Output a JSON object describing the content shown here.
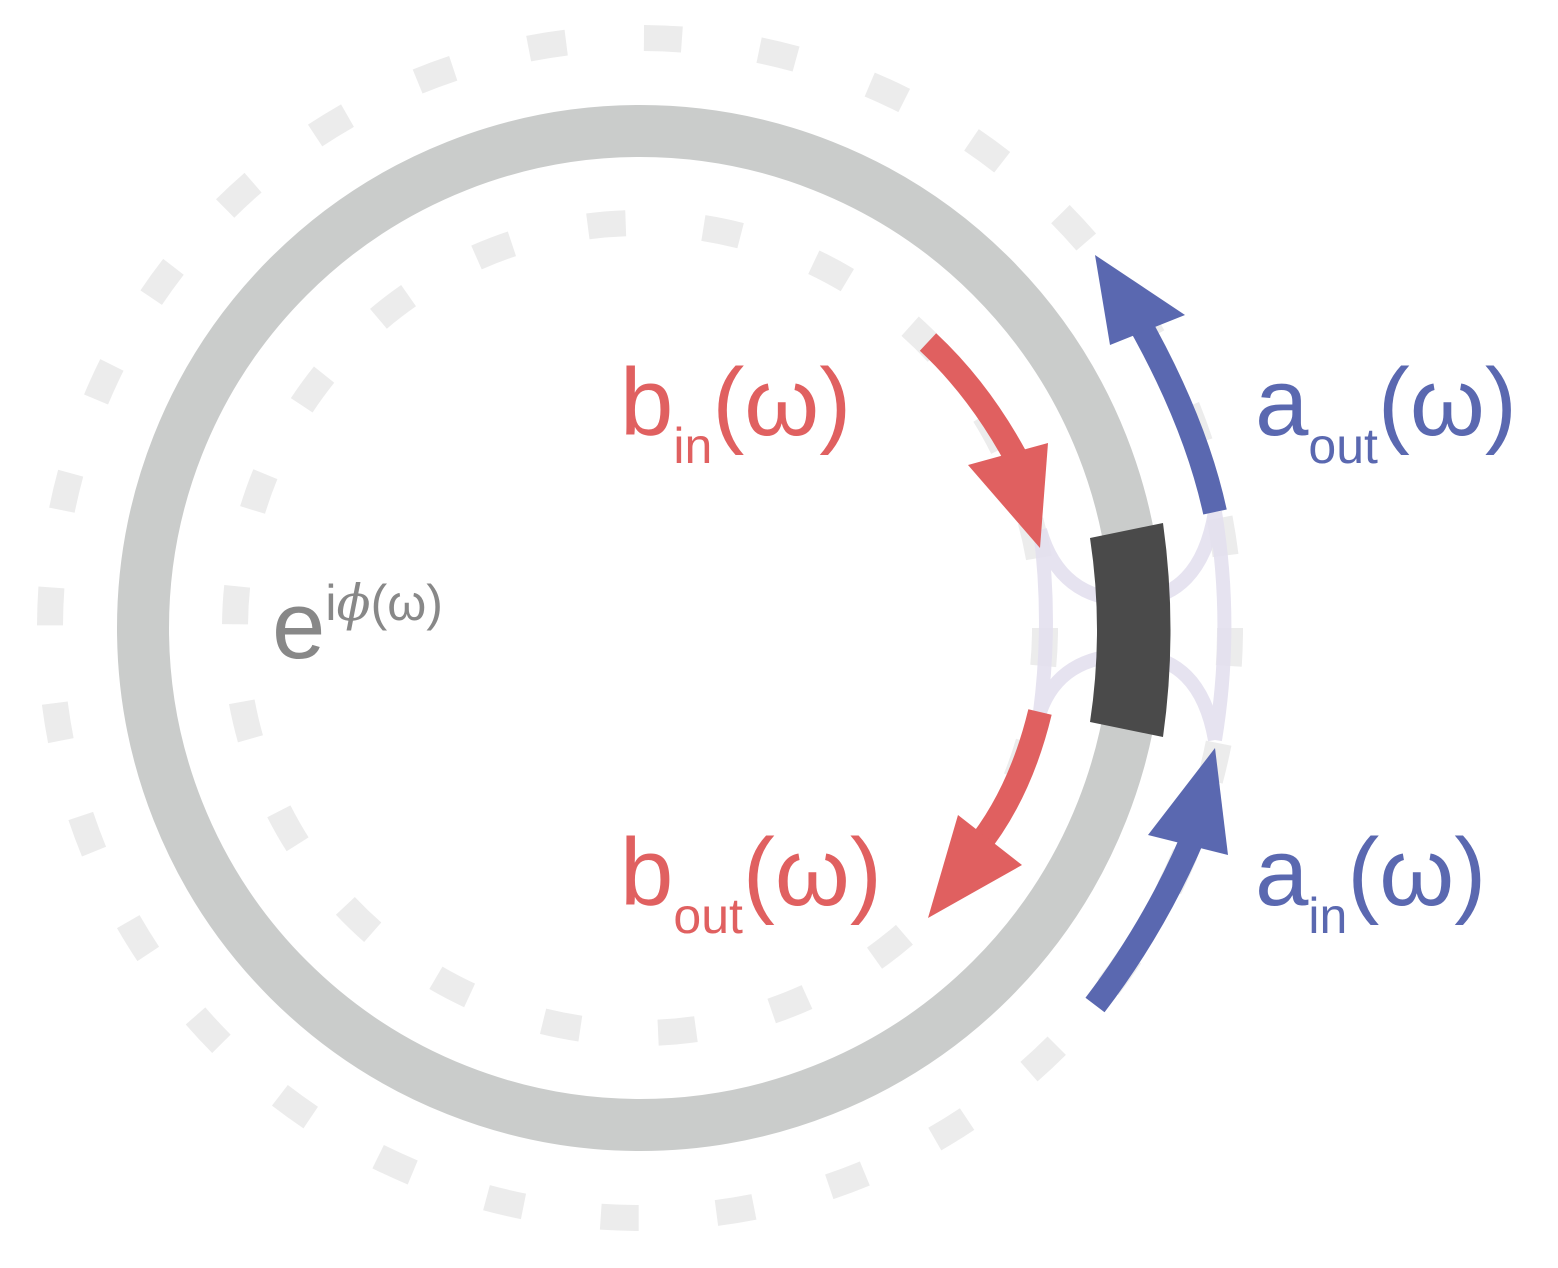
{
  "labels": {
    "b_in": {
      "base": "b",
      "sub": "in",
      "arg": "(ω)"
    },
    "b_out": {
      "base": "b",
      "sub": "out",
      "arg": "(ω)"
    },
    "a_out": {
      "base": "a",
      "sub": "out",
      "arg": "(ω)"
    },
    "a_in": {
      "base": "a",
      "sub": "in",
      "arg": "(ω)"
    },
    "phase": {
      "base": "e",
      "sup_i": "i",
      "sup_phi": "ϕ",
      "sup_arg": "(ω)"
    }
  },
  "colors": {
    "ring": "#cacccb",
    "dashed_rings": "#ececec",
    "coupler": "#4a4a4a",
    "b_waves": "#e06060",
    "a_waves": "#5a68b0",
    "phase_text": "#888888",
    "coupling_paths": "#e4e0ef"
  }
}
